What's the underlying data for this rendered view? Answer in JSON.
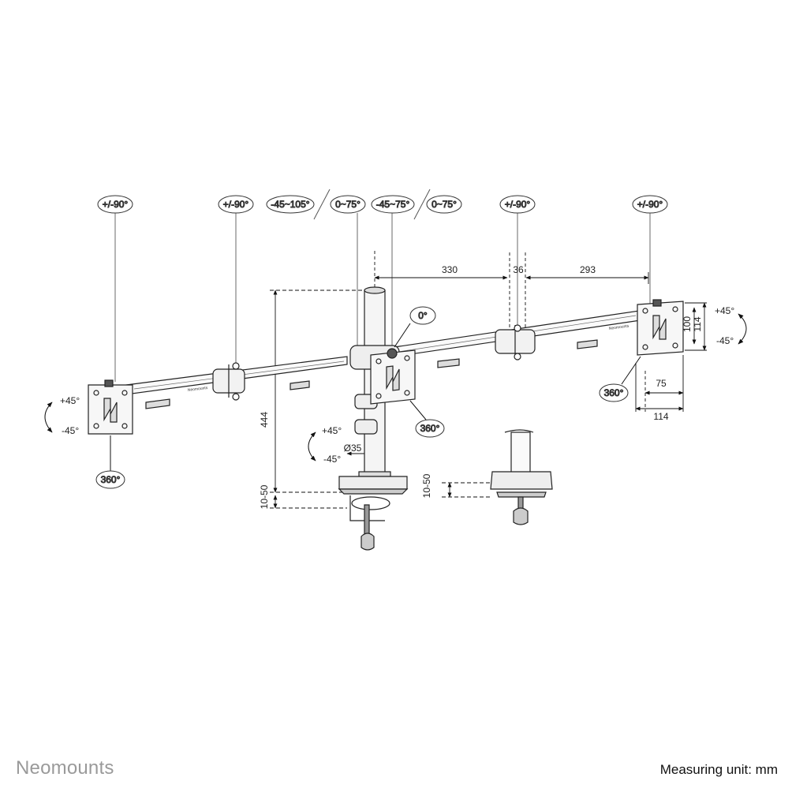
{
  "rotation_labels": {
    "top_1": "+/-90°",
    "top_2": "+/-90°",
    "top_3": "-45~105°",
    "top_4": "0~75°",
    "top_5": "-45~75°",
    "top_6": "0~75°",
    "top_7": "+/-90°",
    "top_8": "+/-90°",
    "center_tilt": "0°"
  },
  "tilt_labels": {
    "left_plus": "+45°",
    "left_minus": "-45°",
    "right_plus": "+45°",
    "right_minus": "-45°",
    "pole_plus": "+45°",
    "pole_minus": "-45°"
  },
  "swivel_labels": {
    "left": "360°",
    "center": "360°",
    "right": "360°"
  },
  "dimensions": {
    "arm_segment_a": "330",
    "arm_joint": "36",
    "arm_segment_b": "293",
    "pole_height": "444",
    "pole_diameter": "Ø35",
    "desk_thickness_a": "10-50",
    "desk_thickness_b": "10-50",
    "vesa_height_inner": "100",
    "vesa_height_outer": "114",
    "vesa_width_inner": "75",
    "vesa_width_outer": "114"
  },
  "footer": {
    "brand": "Neomounts",
    "measuring_unit": "Measuring unit: mm"
  }
}
